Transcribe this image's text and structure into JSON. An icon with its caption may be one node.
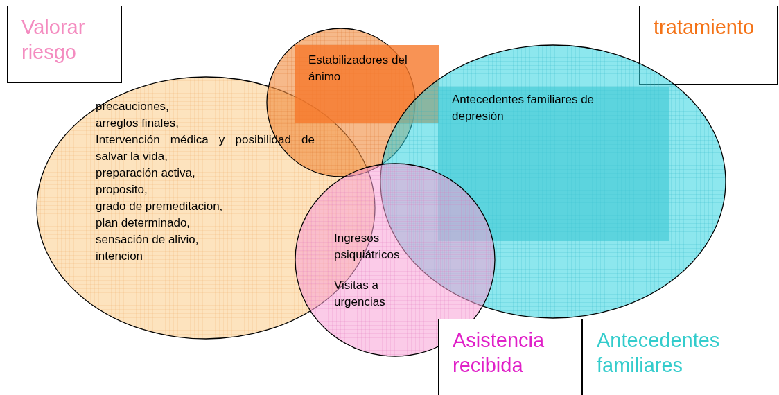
{
  "diagram": {
    "nodes": [
      {
        "text": [
          "Valorar riesgo"
        ]
      },
      {
        "text": [
          "precauciones,",
          "arreglos finales,",
          "Intervención médica y posibilidad de salvar la vida,",
          "preparación activa,",
          "proposito,",
          "grado de premeditacion,",
          "plan determinado,",
          "sensación de alivio,",
          "intencion"
        ]
      },
      {
        "text": [],
        "shape": "circle"
      },
      {
        "text": [
          "Estabilizadores del ánimo"
        ]
      },
      {
        "text": [
          "tratamiento"
        ]
      },
      {
        "text": [],
        "shape": "circle"
      },
      {
        "text": [
          "Antecedentes familiares de depresión"
        ],
        "in": 5
      },
      {
        "text": [
          "Ingresos psiquiátricos",
          "Visitas a urgencias"
        ]
      },
      {
        "text": [
          "Asistencia recibida"
        ]
      },
      {
        "text": [
          "Antecedentes familiares"
        ]
      }
    ],
    "edges": []
  }
}
